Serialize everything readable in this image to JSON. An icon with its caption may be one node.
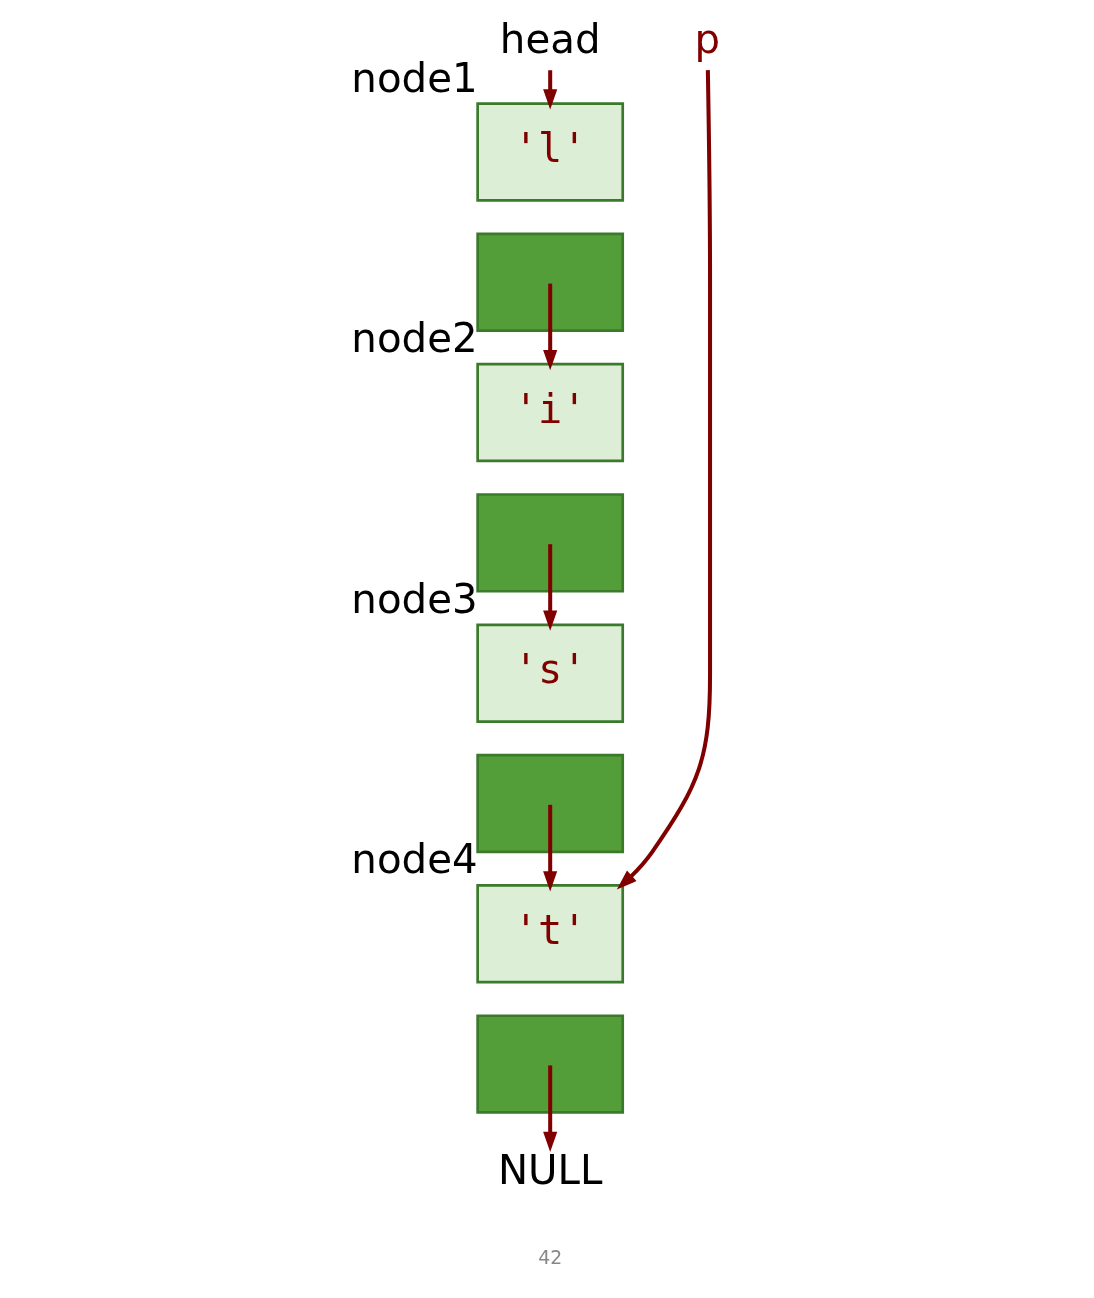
{
  "diagram": {
    "nodes": [
      {
        "text": [
          "head"
        ]
      },
      {
        "text": [
          "p"
        ]
      },
      {
        "text": [
          "'l'"
        ],
        "beside": [
          "node1"
        ]
      },
      {
        "text": [],
        "shape": "box"
      },
      {
        "text": [
          "'i'"
        ],
        "beside": [
          "node2"
        ]
      },
      {
        "text": [],
        "shape": "box"
      },
      {
        "text": [
          "'s'"
        ],
        "beside": [
          "node3"
        ]
      },
      {
        "text": [],
        "shape": "box"
      },
      {
        "text": [
          "'t'"
        ],
        "beside": [
          "node4"
        ]
      },
      {
        "text": [],
        "shape": "box"
      },
      {
        "text": [
          "NULL"
        ]
      }
    ],
    "edges": [
      {
        "from": 0,
        "to": 2,
        "arrow": "to"
      },
      {
        "from": 1,
        "to": 8,
        "arrow": "to"
      },
      {
        "from": 3,
        "to": 4,
        "arrow": "to"
      },
      {
        "from": 5,
        "to": 6,
        "arrow": "to"
      },
      {
        "from": 7,
        "to": 8,
        "arrow": "to"
      },
      {
        "from": 9,
        "to": 10,
        "arrow": "to"
      }
    ],
    "labels": [
      "42"
    ]
  }
}
